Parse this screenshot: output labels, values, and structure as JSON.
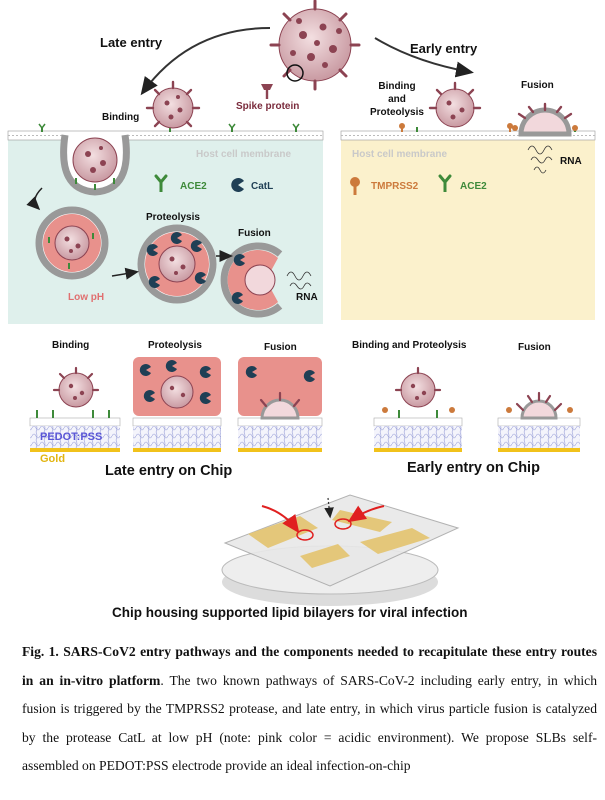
{
  "top": {
    "late_entry": "Late entry",
    "early_entry": "Early entry",
    "spike_protein": "Spike protein"
  },
  "late_panel": {
    "binding": "Binding",
    "host_membrane": "Host cell membrane",
    "ace2": "ACE2",
    "catl": "CatL",
    "proteolysis": "Proteolysis",
    "fusion": "Fusion",
    "low_ph": "Low pH",
    "rna": "RNA"
  },
  "early_panel": {
    "binding_and_proteolysis": "Binding\nand\nProteolysis",
    "fusion": "Fusion",
    "host_membrane": "Host cell membrane",
    "rna": "RNA",
    "tmprss2": "TMPRSS2",
    "ace2": "ACE2"
  },
  "chip_row": {
    "binding": "Binding",
    "proteolysis": "Proteolysis",
    "fusion": "Fusion",
    "binding_and_proteolysis": "Binding and Proteolysis",
    "fusion_early": "Fusion",
    "pedot": "PEDOT:PSS",
    "gold": "Gold",
    "late_on_chip": "Late entry on Chip",
    "early_on_chip": "Early entry on Chip"
  },
  "chip_caption": "Chip housing supported lipid bilayers for viral infection",
  "figure_caption": {
    "bold": "Fig. 1. SARS-CoV2 entry pathways and the components needed to recapitulate these entry routes in an in-vitro platform",
    "rest": ". The two known pathways of SARS-CoV-2 including early entry, in which fusion is triggered by the TMPRSS2 protease, and late entry, in which virus particle fusion is catalyzed by the protease CatL at low pH (note: pink color = acidic environment). We propose SLBs self-assembled on PEDOT:PSS electrode provide an ideal infection-on-chip"
  },
  "colors": {
    "late_bg": "#dff0ec",
    "early_bg": "#fbf1cc",
    "virus": "#8c4352",
    "ace2": "#3e8a3a",
    "catl": "#1f3f55",
    "tmprss2": "#cc7a3c",
    "acid": "#e8918c",
    "gold": "#f1c21b",
    "pedot_text": "#5a56d6"
  }
}
